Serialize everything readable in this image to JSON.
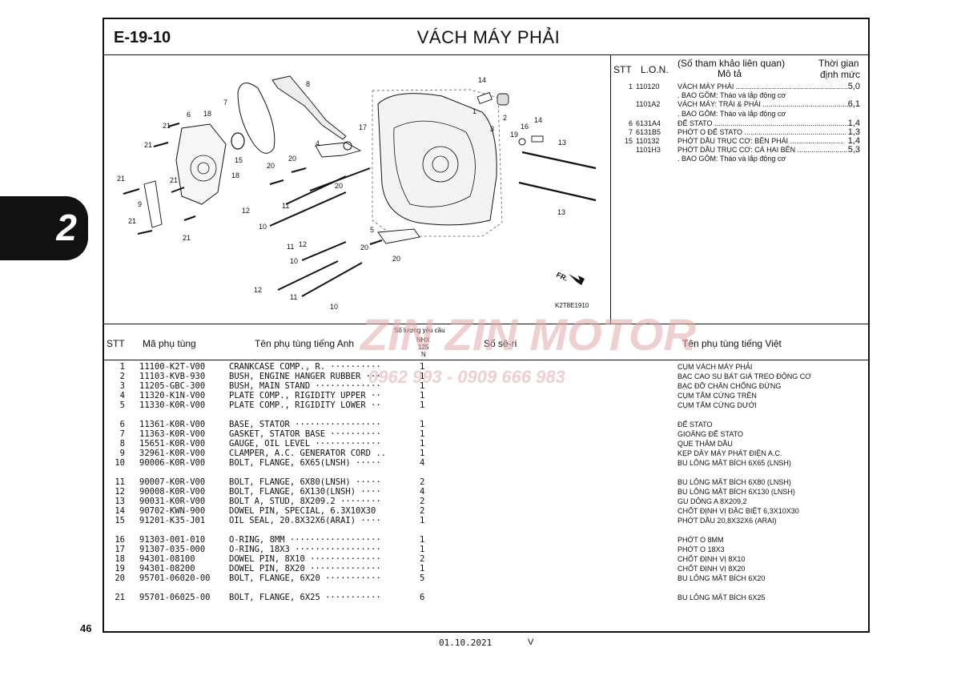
{
  "header": {
    "code": "E-19-10",
    "title": "VÁCH MÁY PHẢI"
  },
  "section_tab": "2",
  "page_number": "46",
  "footer": {
    "date": "01.10.2021",
    "mark": "V"
  },
  "diagram": {
    "image_code": "K2T8E1910",
    "direction_label": "FR.",
    "callouts": [
      "1",
      "2",
      "3",
      "4",
      "5",
      "6",
      "7",
      "8",
      "10",
      "10",
      "10",
      "11",
      "11",
      "11",
      "12",
      "12",
      "12",
      "13",
      "13",
      "14",
      "14",
      "15",
      "16",
      "17",
      "18",
      "18",
      "19",
      "20",
      "20",
      "20",
      "20",
      "20",
      "21",
      "21",
      "21",
      "21",
      "21",
      "21"
    ]
  },
  "reference": {
    "col_stt": "STT",
    "col_lon": "L.O.N.",
    "col_desc_1": "(Số tham khảo liên quan)",
    "col_desc_2": "Mô tả",
    "col_time_1": "Thời gian",
    "col_time_2": "định mức",
    "rows": [
      {
        "stt": "1",
        "lon": "110120",
        "desc": "VÁCH MÁY PHẢI ........................................................",
        "time": "5,0"
      },
      {
        "stt": "",
        "lon": "",
        "desc": ". BAO GỒM: Tháo và lắp động cơ",
        "time": ""
      },
      {
        "stt": "",
        "lon": "1101A2",
        "desc": "VÁCH MÁY: TRÁI & PHẢI ...........................................",
        "time": "6,1"
      },
      {
        "stt": "",
        "lon": "",
        "desc": ". BAO GỒM: Tháo và lắp động cơ",
        "time": ""
      },
      {
        "stt": "6",
        "lon": "6131A4",
        "desc": "ĐẾ STATO ...................................................................",
        "time": "1,4"
      },
      {
        "stt": "7",
        "lon": "6131B5",
        "desc": "PHỚT O ĐẾ STATO ...................................................",
        "time": "1,3"
      },
      {
        "stt": "15",
        "lon": "110132",
        "desc": "PHỚT DẦU TRỤC CƠ: BÊN PHẢI ...........................",
        "time": "1,4"
      },
      {
        "stt": "",
        "lon": "1101H3",
        "desc": "PHỚT DẦU TRỤC CƠ: CẢ HAI BÊN .........................",
        "time": "5,3"
      },
      {
        "stt": "",
        "lon": "",
        "desc": ". BAO GỒM: Tháo và lắp động cơ",
        "time": ""
      }
    ]
  },
  "parts_table": {
    "headers": {
      "stt": "STT",
      "part_no": "Mã phụ tùng",
      "name_en": "Tên phụ tùng tiếng Anh",
      "qty_title": "Số lượng yêu cầu",
      "qty_model_1": "NHX",
      "qty_model_2": "125",
      "qty_model_3": "N",
      "serial": "Số sê-ri",
      "name_vi": "Tên phụ tùng tiếng Việt"
    },
    "rows": [
      {
        "stt": "1",
        "part": "11100-K2T-V00",
        "en": "CRANKCASE COMP., R. ··········",
        "qty": "1",
        "vi": "CỤM VÁCH MÁY PHẢI"
      },
      {
        "stt": "2",
        "part": "11103-KVB-930",
        "en": "BUSH, ENGINE HANGER RUBBER ···",
        "qty": "1",
        "vi": "BẠC CAO SU BÁT GIÁ TREO ĐỘNG CƠ"
      },
      {
        "stt": "3",
        "part": "11205-GBC-300",
        "en": "BUSH, MAIN STAND ·············",
        "qty": "1",
        "vi": "BẠC ĐỠ CHÂN CHỐNG ĐỨNG"
      },
      {
        "stt": "4",
        "part": "11320-K1N-V00",
        "en": "PLATE COMP., RIGIDITY UPPER ··",
        "qty": "1",
        "vi": "CỤM TẤM CỨNG TRÊN"
      },
      {
        "stt": "5",
        "part": "11330-K0R-V00",
        "en": "PLATE COMP., RIGIDITY LOWER ··",
        "qty": "1",
        "vi": "CỤM TẤM CỨNG DƯỚI"
      },
      {
        "stt": "6",
        "part": "11361-K0R-V00",
        "en": "BASE, STATOR ·················",
        "qty": "1",
        "vi": "ĐẾ STATO"
      },
      {
        "stt": "7",
        "part": "11363-K0R-V00",
        "en": "GASKET, STATOR BASE ··········",
        "qty": "1",
        "vi": "GIOĂNG ĐẾ STATO"
      },
      {
        "stt": "8",
        "part": "15651-K0R-V00",
        "en": "GAUGE, OIL LEVEL ·············",
        "qty": "1",
        "vi": "QUE THĂM DẦU"
      },
      {
        "stt": "9",
        "part": "32961-K0R-V00",
        "en": "CLAMPER, A.C. GENERATOR CORD ..",
        "qty": "1",
        "vi": "KẸP DÂY MÁY PHÁT ĐIỆN A.C."
      },
      {
        "stt": "10",
        "part": "90006-K0R-V00",
        "en": "BOLT, FLANGE, 6X65(LNSH) ·····",
        "qty": "4",
        "vi": "BU LÔNG MẶT BÍCH 6X65 (LNSH)"
      },
      {
        "stt": "11",
        "part": "90007-K0R-V00",
        "en": "BOLT, FLANGE, 6X80(LNSH) ·····",
        "qty": "2",
        "vi": "BU LÔNG MẶT BÍCH 6X80 (LNSH)"
      },
      {
        "stt": "12",
        "part": "90008-K0R-V00",
        "en": "BOLT, FLANGE, 6X130(LNSH) ····",
        "qty": "4",
        "vi": "BU LÔNG MẶT BÍCH 6X130 (LNSH)"
      },
      {
        "stt": "13",
        "part": "90031-K0R-V00",
        "en": "BOLT A, STUD, 8X209.2 ········",
        "qty": "2",
        "vi": "GU DÔNG A 8X209,2"
      },
      {
        "stt": "14",
        "part": "90702-KWN-900",
        "en": "DOWEL PIN, SPECIAL, 6.3X10X30",
        "qty": "2",
        "vi": "CHỐT ĐỊNH VỊ ĐẶC BIỆT 6,3X10X30"
      },
      {
        "stt": "15",
        "part": "91201-K35-J01",
        "en": "OIL SEAL, 20.8X32X6(ARAI) ····",
        "qty": "1",
        "vi": "PHỚT DẦU 20,8X32X6 (ARAI)"
      },
      {
        "stt": "16",
        "part": "91303-001-010",
        "en": "O-RING, 8MM ··················",
        "qty": "1",
        "vi": "PHỚT O 8MM"
      },
      {
        "stt": "17",
        "part": "91307-035-000",
        "en": "O-RING, 18X3 ·················",
        "qty": "1",
        "vi": "PHỚT O 18X3"
      },
      {
        "stt": "18",
        "part": "94301-08100",
        "en": "DOWEL PIN, 8X10 ··············",
        "qty": "2",
        "vi": "CHỐT ĐỊNH VỊ 8X10"
      },
      {
        "stt": "19",
        "part": "94301-08200",
        "en": "DOWEL PIN, 8X20 ··············",
        "qty": "1",
        "vi": "CHỐT ĐỊNH VỊ 8X20"
      },
      {
        "stt": "20",
        "part": "95701-06020-00",
        "en": "BOLT, FLANGE, 6X20 ···········",
        "qty": "5",
        "vi": "BU LÔNG MẶT BÍCH 6X20"
      },
      {
        "stt": "21",
        "part": "95701-06025-00",
        "en": "BOLT, FLANGE, 6X25 ···········",
        "qty": "6",
        "vi": "BU LÔNG MẶT BÍCH 6X25"
      }
    ]
  },
  "watermark": {
    "brand": "ZIN ZIN MOTOR",
    "phone": "0962 993 - 0909 666 983"
  },
  "colors": {
    "ink": "#111111",
    "watermark": "#e2a8a8"
  }
}
